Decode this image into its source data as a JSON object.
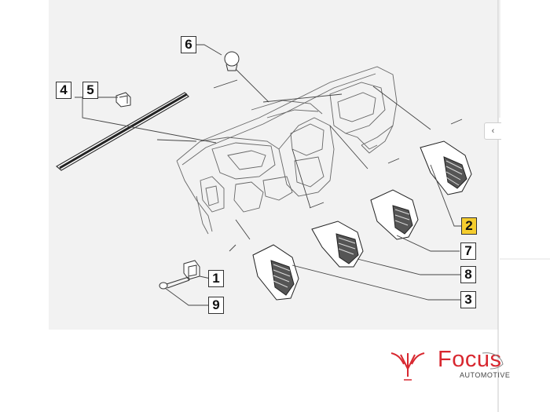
{
  "diagram": {
    "callouts": [
      {
        "id": "callout-1",
        "label": "1",
        "highlight": false
      },
      {
        "id": "callout-2",
        "label": "2",
        "highlight": true
      },
      {
        "id": "callout-3",
        "label": "3",
        "highlight": false
      },
      {
        "id": "callout-4",
        "label": "4",
        "highlight": false
      },
      {
        "id": "callout-5",
        "label": "5",
        "highlight": false
      },
      {
        "id": "callout-6",
        "label": "6",
        "highlight": false
      },
      {
        "id": "callout-7",
        "label": "7",
        "highlight": false
      },
      {
        "id": "callout-8",
        "label": "8",
        "highlight": false
      },
      {
        "id": "callout-9",
        "label": "9",
        "highlight": false
      }
    ],
    "highlight_color": "#f5cd2e"
  },
  "brand": {
    "name": "Focus",
    "subtitle": "AUTOMOTIVE",
    "color": "#d8272f"
  },
  "viewer": {
    "collapse_icon": "chevron-left-icon",
    "collapse_glyph": "‹"
  }
}
